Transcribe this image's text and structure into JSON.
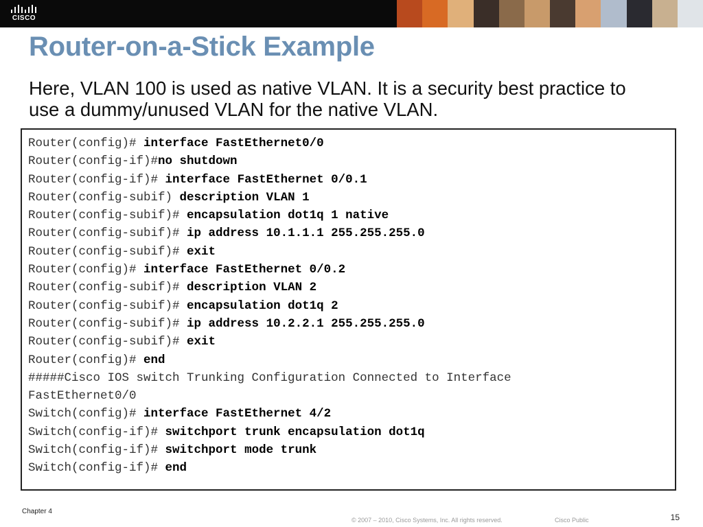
{
  "brand": {
    "logo_text": "CISCO"
  },
  "slide": {
    "title": "Router-on-a-Stick Example",
    "subtitle": "Here, VLAN 100 is used as native VLAN. It is a security best practice to use a dummy/unused VLAN for the native VLAN."
  },
  "code": [
    {
      "prompt": "Router(config)# ",
      "cmd": "interface FastEthernet0/0"
    },
    {
      "prompt": "Router(config-if)#",
      "cmd": "no shutdown"
    },
    {
      "prompt": "Router(config-if)# ",
      "cmd": "interface FastEthernet 0/0.1"
    },
    {
      "prompt": "Router(config-subif) ",
      "cmd": "description VLAN 1"
    },
    {
      "prompt": "Router(config-subif)# ",
      "cmd": "encapsulation dot1q 1 native"
    },
    {
      "prompt": "Router(config-subif)# ",
      "cmd": "ip address 10.1.1.1 255.255.255.0"
    },
    {
      "prompt": "Router(config-subif)# ",
      "cmd": "exit"
    },
    {
      "prompt": "Router(config)# ",
      "cmd": "interface FastEthernet 0/0.2"
    },
    {
      "prompt": "Router(config-subif)# ",
      "cmd": "description VLAN 2"
    },
    {
      "prompt": "Router(config-subif)# ",
      "cmd": "encapsulation dot1q 2"
    },
    {
      "prompt": "Router(config-subif)# ",
      "cmd": "ip address 10.2.2.1 255.255.255.0"
    },
    {
      "prompt": "Router(config-subif)# ",
      "cmd": "exit"
    },
    {
      "prompt": "Router(config)# ",
      "cmd": "end"
    },
    {
      "comment": "#####Cisco IOS switch Trunking Configuration Connected to Interface"
    },
    {
      "comment": "FastEthernet0/0"
    },
    {
      "prompt": "Switch(config)# ",
      "cmd": "interface FastEthernet 4/2"
    },
    {
      "prompt": "Switch(config-if)# ",
      "cmd": "switchport trunk encapsulation dot1q"
    },
    {
      "prompt": "Switch(config-if)# ",
      "cmd": "switchport mode trunk"
    },
    {
      "prompt": "Switch(config-if)# ",
      "cmd": "end"
    }
  ],
  "footer": {
    "chapter": "Chapter 4",
    "copyright": "© 2007 – 2010, Cisco Systems, Inc. All rights reserved.",
    "classification": "Cisco Public",
    "page_number": "15"
  },
  "colors": {
    "title": "#6a8fb3",
    "topbar": "#0a0a0a",
    "photo_strip": [
      "#b84a1e",
      "#d86a24",
      "#e0b07a",
      "#3a2e28",
      "#8a6a4a",
      "#c89a6a",
      "#4a3a30",
      "#d8a070",
      "#b0bccc",
      "#2a2a30",
      "#c8b090",
      "#e0e4e8"
    ]
  }
}
